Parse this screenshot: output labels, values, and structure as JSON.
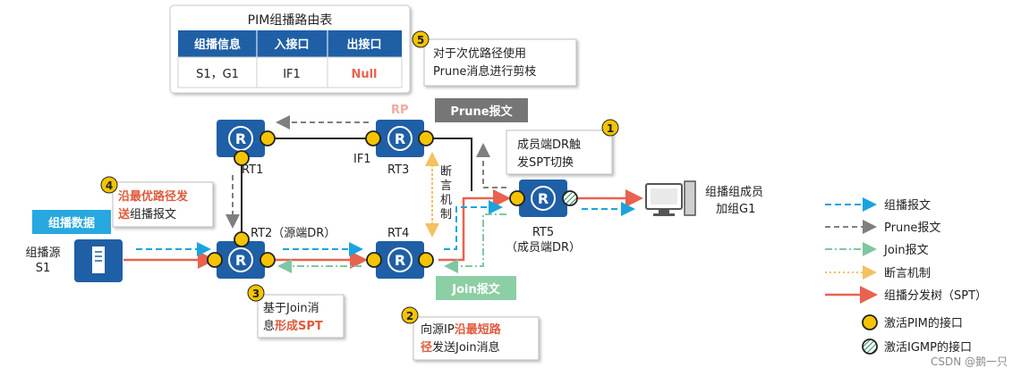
{
  "table": {
    "title": "PIM组播路由表",
    "headers": [
      "组播信息",
      "入接口",
      "出接口"
    ],
    "row": [
      "S1，G1",
      "IF1",
      "Null"
    ]
  },
  "routers": {
    "rt1": "RT1",
    "rt2": "RT2（源端DR）",
    "rt3": "RT3",
    "rt4": "RT4",
    "rt5_line1": "RT5",
    "rt5_line2": "（成员端DR）",
    "rp": "RP",
    "if1": "IF1",
    "glyph": "R"
  },
  "tags": {
    "prune": "Prune报文",
    "join": "Join报文",
    "mcast_data": "组播数据"
  },
  "vertical_label": "断言机制",
  "source": {
    "line1": "组播源",
    "line2": "S1"
  },
  "member": {
    "line1": "组播组成员",
    "line2": "加组G1"
  },
  "steps": {
    "s1": {
      "num": "1",
      "line1": "成员端DR触",
      "line2": "发SPT切换"
    },
    "s2": {
      "num": "2",
      "a": "向源IP",
      "b": "沿最短路",
      "c": "径",
      "d": "发送Join消息"
    },
    "s3": {
      "num": "3",
      "a": "基于Join消",
      "b": "息",
      "c": "形成SPT"
    },
    "s4": {
      "num": "4",
      "a": "沿最优路径发",
      "b": "送",
      "c": "组播报文"
    },
    "s5": {
      "num": "5",
      "line1": "对于次优路径使用",
      "line2": "Prune消息进行剪枝"
    }
  },
  "legend": {
    "mcast": "组播报文",
    "prune": "Prune报文",
    "join": "Join报文",
    "assert": "断言机制",
    "tree": "组播分发树（SPT）",
    "pim": "激活PIM的接口",
    "igmp": "激活IGMP的接口"
  },
  "watermark": "CSDN @鹅一只",
  "colors": {
    "router": "#1f5fa6",
    "interface": "#f5c400",
    "tree": "#e8624f",
    "mcast": "#1aa3e0",
    "prune": "#7f7f7f",
    "join": "#7fc7a0",
    "assert": "#f5c060",
    "highlight": "#e05a3c",
    "tag_blue": "#27a8e0",
    "tag_gray": "#767676",
    "tag_green": "#8dcfa4"
  }
}
